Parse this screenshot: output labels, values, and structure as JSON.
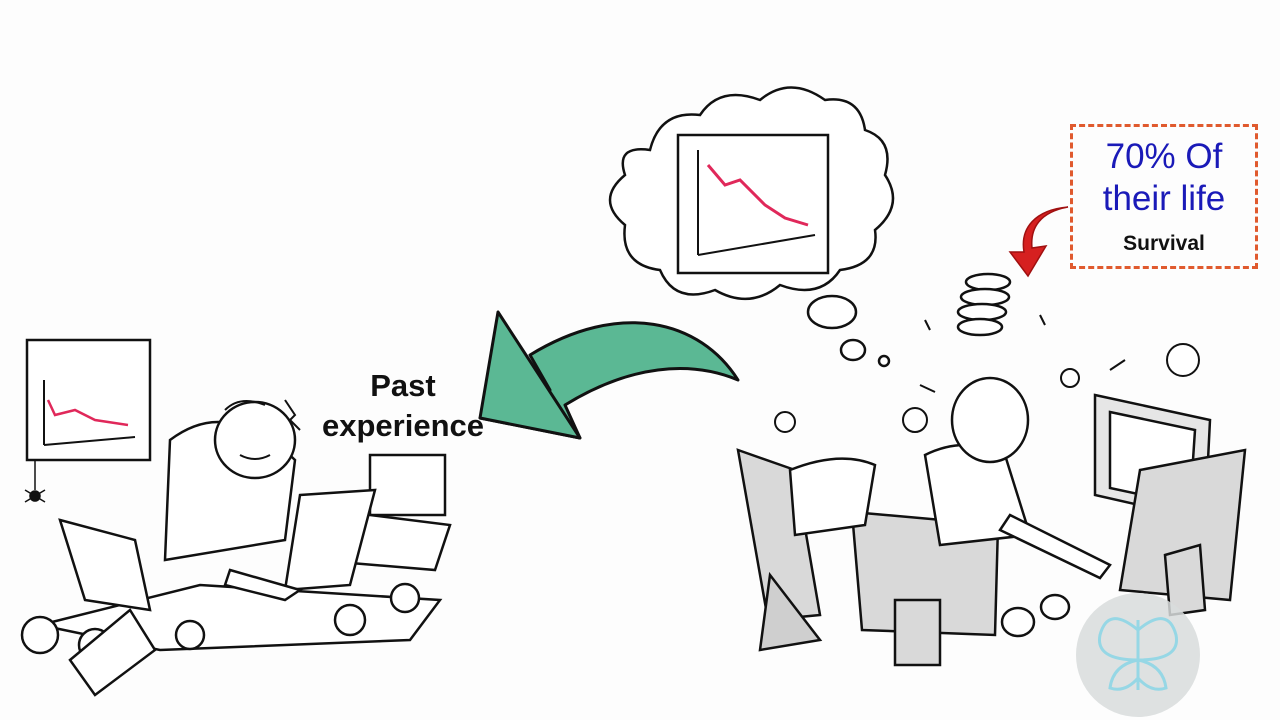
{
  "scene": {
    "arrow_label_line1": "Past",
    "arrow_label_line2": "experience"
  },
  "stat_box": {
    "line1": "70% Of",
    "line2": "their life",
    "line3": "Survival"
  },
  "colors": {
    "arrow_fill": "#5bb894",
    "stat_text": "#1a1ab8",
    "box_border": "#e05a2e",
    "pointer_arrow": "#d62020",
    "chart_line": "#e0285a"
  },
  "icons": [
    "butterfly-watermark-icon",
    "spider-icon",
    "curved-arrow-icon"
  ]
}
